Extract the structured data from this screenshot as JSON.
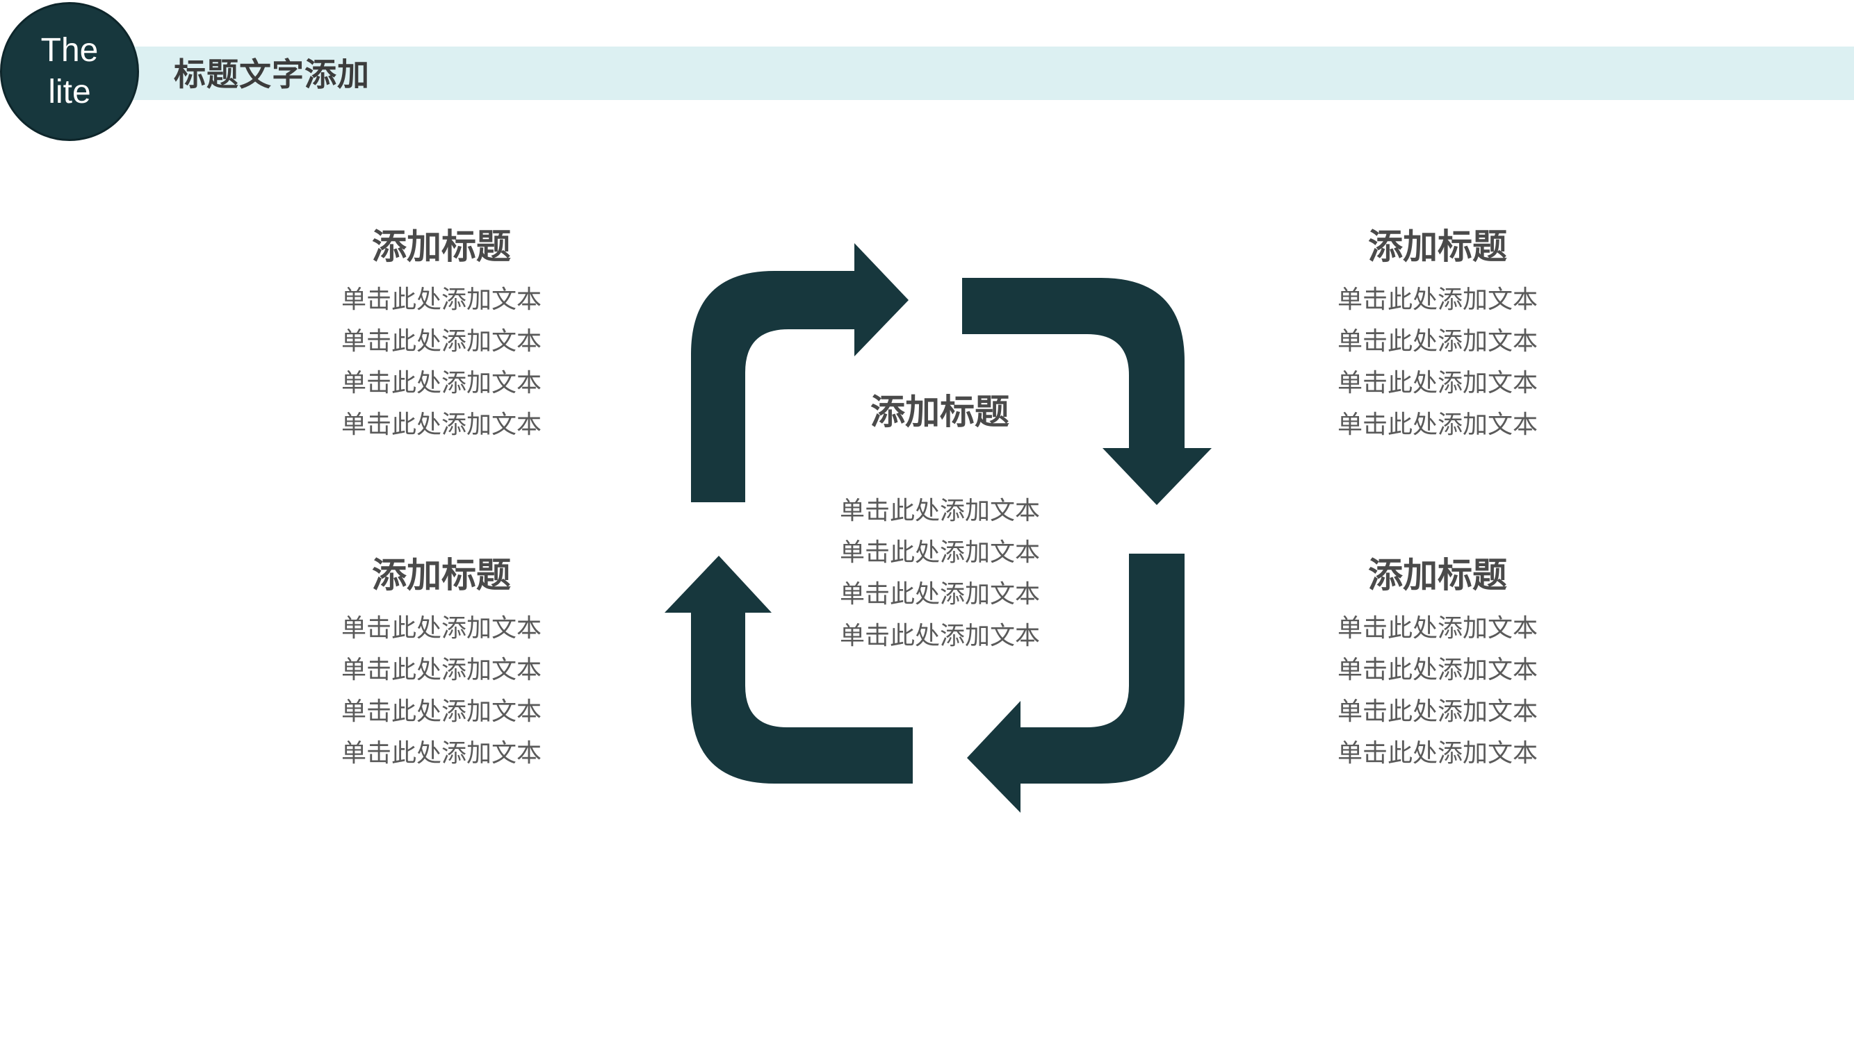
{
  "header": {
    "logo_line1": "The",
    "logo_line2": "lite",
    "title": "标题文字添加"
  },
  "colors": {
    "accent_dark": "#17373d",
    "header_band": "#dcf0f2",
    "text_gray": "#5a5a5a"
  },
  "blocks": {
    "top_left": {
      "title": "添加标题",
      "lines": [
        "单击此处添加文本",
        "单击此处添加文本",
        "单击此处添加文本",
        "单击此处添加文本"
      ]
    },
    "top_right": {
      "title": "添加标题",
      "lines": [
        "单击此处添加文本",
        "单击此处添加文本",
        "单击此处添加文本",
        "单击此处添加文本"
      ]
    },
    "bottom_left": {
      "title": "添加标题",
      "lines": [
        "单击此处添加文本",
        "单击此处添加文本",
        "单击此处添加文本",
        "单击此处添加文本"
      ]
    },
    "bottom_right": {
      "title": "添加标题",
      "lines": [
        "单击此处添加文本",
        "单击此处添加文本",
        "单击此处添加文本",
        "单击此处添加文本"
      ]
    },
    "center": {
      "title": "添加标题",
      "lines": [
        "单击此处添加文本",
        "单击此处添加文本",
        "单击此处添加文本",
        "单击此处添加文本"
      ]
    }
  }
}
